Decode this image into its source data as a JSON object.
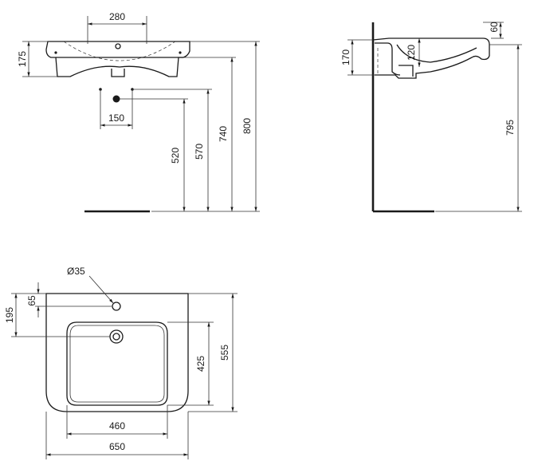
{
  "front_view": {
    "dim_280": "280",
    "dim_175": "175",
    "dim_150": "150",
    "dim_520": "520",
    "dim_570": "570",
    "dim_740": "740",
    "dim_800": "800"
  },
  "side_view": {
    "dim_60": "60",
    "dim_120": "120",
    "dim_170": "170",
    "dim_795": "795"
  },
  "top_view": {
    "dim_o35": "Ø35",
    "dim_65": "65",
    "dim_195": "195",
    "dim_425": "425",
    "dim_555": "555",
    "dim_460": "460",
    "dim_650": "650"
  }
}
